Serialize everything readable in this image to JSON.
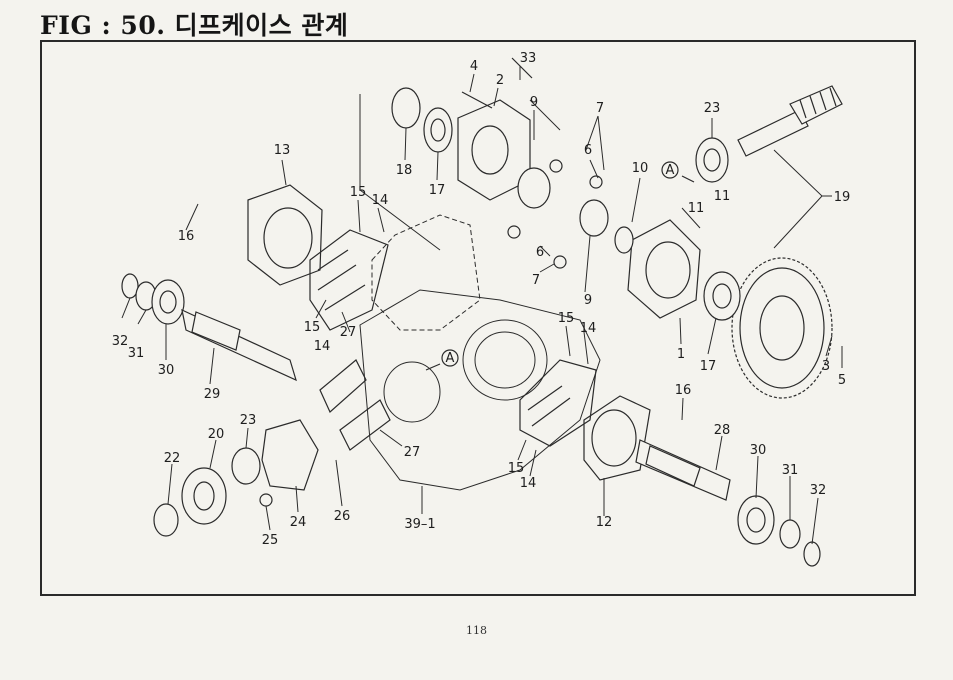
{
  "title": "FIG : 50. 디프케이스 관계",
  "page_number": "118",
  "labels": [
    {
      "id": "l4",
      "text": "4"
    },
    {
      "id": "l33a",
      "text": "33"
    },
    {
      "id": "l2",
      "text": "2"
    },
    {
      "id": "l9a",
      "text": "9"
    },
    {
      "id": "l7a",
      "text": "7"
    },
    {
      "id": "l6a",
      "text": "6"
    },
    {
      "id": "l18",
      "text": "18"
    },
    {
      "id": "l17a",
      "text": "17"
    },
    {
      "id": "l13",
      "text": "13"
    },
    {
      "id": "l15a",
      "text": "15"
    },
    {
      "id": "l14a",
      "text": "14"
    },
    {
      "id": "l16a",
      "text": "16"
    },
    {
      "id": "l23a",
      "text": "23"
    },
    {
      "id": "l10",
      "text": "10"
    },
    {
      "id": "l11a",
      "text": "11"
    },
    {
      "id": "l11b",
      "text": "11"
    },
    {
      "id": "l19",
      "text": "19"
    },
    {
      "id": "l6b",
      "text": "6"
    },
    {
      "id": "l7b",
      "text": "7"
    },
    {
      "id": "l9b",
      "text": "9"
    },
    {
      "id": "l32a",
      "text": "32"
    },
    {
      "id": "l31a",
      "text": "31"
    },
    {
      "id": "l30a",
      "text": "30"
    },
    {
      "id": "l15b",
      "text": "15"
    },
    {
      "id": "l14b",
      "text": "14"
    },
    {
      "id": "l27a",
      "text": "27"
    },
    {
      "id": "l29",
      "text": "29"
    },
    {
      "id": "l15c",
      "text": "15"
    },
    {
      "id": "l14c",
      "text": "14"
    },
    {
      "id": "l1",
      "text": "1"
    },
    {
      "id": "l17b",
      "text": "17"
    },
    {
      "id": "l3",
      "text": "3"
    },
    {
      "id": "l5",
      "text": "5"
    },
    {
      "id": "l23b",
      "text": "23"
    },
    {
      "id": "l20",
      "text": "20"
    },
    {
      "id": "l22",
      "text": "22"
    },
    {
      "id": "l16b",
      "text": "16"
    },
    {
      "id": "l28",
      "text": "28"
    },
    {
      "id": "l30b",
      "text": "30"
    },
    {
      "id": "l31b",
      "text": "31"
    },
    {
      "id": "l32b",
      "text": "32"
    },
    {
      "id": "l27b",
      "text": "27"
    },
    {
      "id": "l15d",
      "text": "15"
    },
    {
      "id": "l14d",
      "text": "14"
    },
    {
      "id": "l12",
      "text": "12"
    },
    {
      "id": "l24",
      "text": "24"
    },
    {
      "id": "l25",
      "text": "25"
    },
    {
      "id": "l26",
      "text": "26"
    },
    {
      "id": "l39",
      "text": "39–1"
    }
  ],
  "markers": [
    {
      "id": "mA1",
      "text": "A"
    },
    {
      "id": "mA2",
      "text": "A"
    }
  ]
}
